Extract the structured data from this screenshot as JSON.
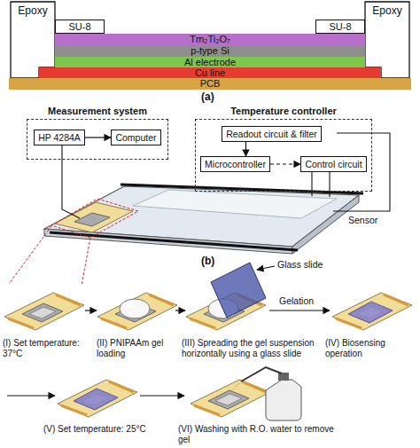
{
  "diagram": {
    "nodes": [
      {
        "text": [
          "Epoxy"
        ]
      },
      {
        "text": [
          "Epoxy"
        ]
      },
      {
        "text": [
          "SU-8"
        ]
      },
      {
        "text": [
          "SU-8"
        ]
      },
      {
        "text": [
          "Tm₂Ti₂O₇"
        ]
      },
      {
        "text": [
          "p-type Si"
        ]
      },
      {
        "text": [
          "Al electrode"
        ]
      },
      {
        "text": [
          "Cu line"
        ]
      },
      {
        "text": [
          "PCB"
        ]
      },
      {
        "text": [
          "Measurement system"
        ]
      },
      {
        "text": [
          "HP 4284A"
        ],
        "in": 9
      },
      {
        "text": [
          "Computer"
        ],
        "in": 9
      },
      {
        "text": [
          "Temperature controller"
        ]
      },
      {
        "text": [
          "Readout circuit & filter"
        ],
        "in": 12
      },
      {
        "text": [
          "Microcontroller"
        ],
        "in": 12
      },
      {
        "text": [
          "Control circuit"
        ],
        "in": 12
      }
    ],
    "edges": [
      {
        "from": 10,
        "to": 11,
        "arrow": "to"
      },
      {
        "from": 13,
        "to": 14,
        "arrow": "to"
      },
      {
        "from": 14,
        "to": 15,
        "arrow": "to"
      }
    ],
    "labels": [
      "(a)",
      "(b)",
      "Sensor",
      "Glass slide",
      "Gelation",
      "(I) Set temperature: 37°C",
      "(II) PNIPAAm gel loading",
      "(III) Spreading the gel suspension horizontally using a glass slide",
      "(IV) Biosensing operation",
      "(V) Set temperature: 25°C",
      "(VI) Washing with R.O. water to remove gel"
    ]
  }
}
